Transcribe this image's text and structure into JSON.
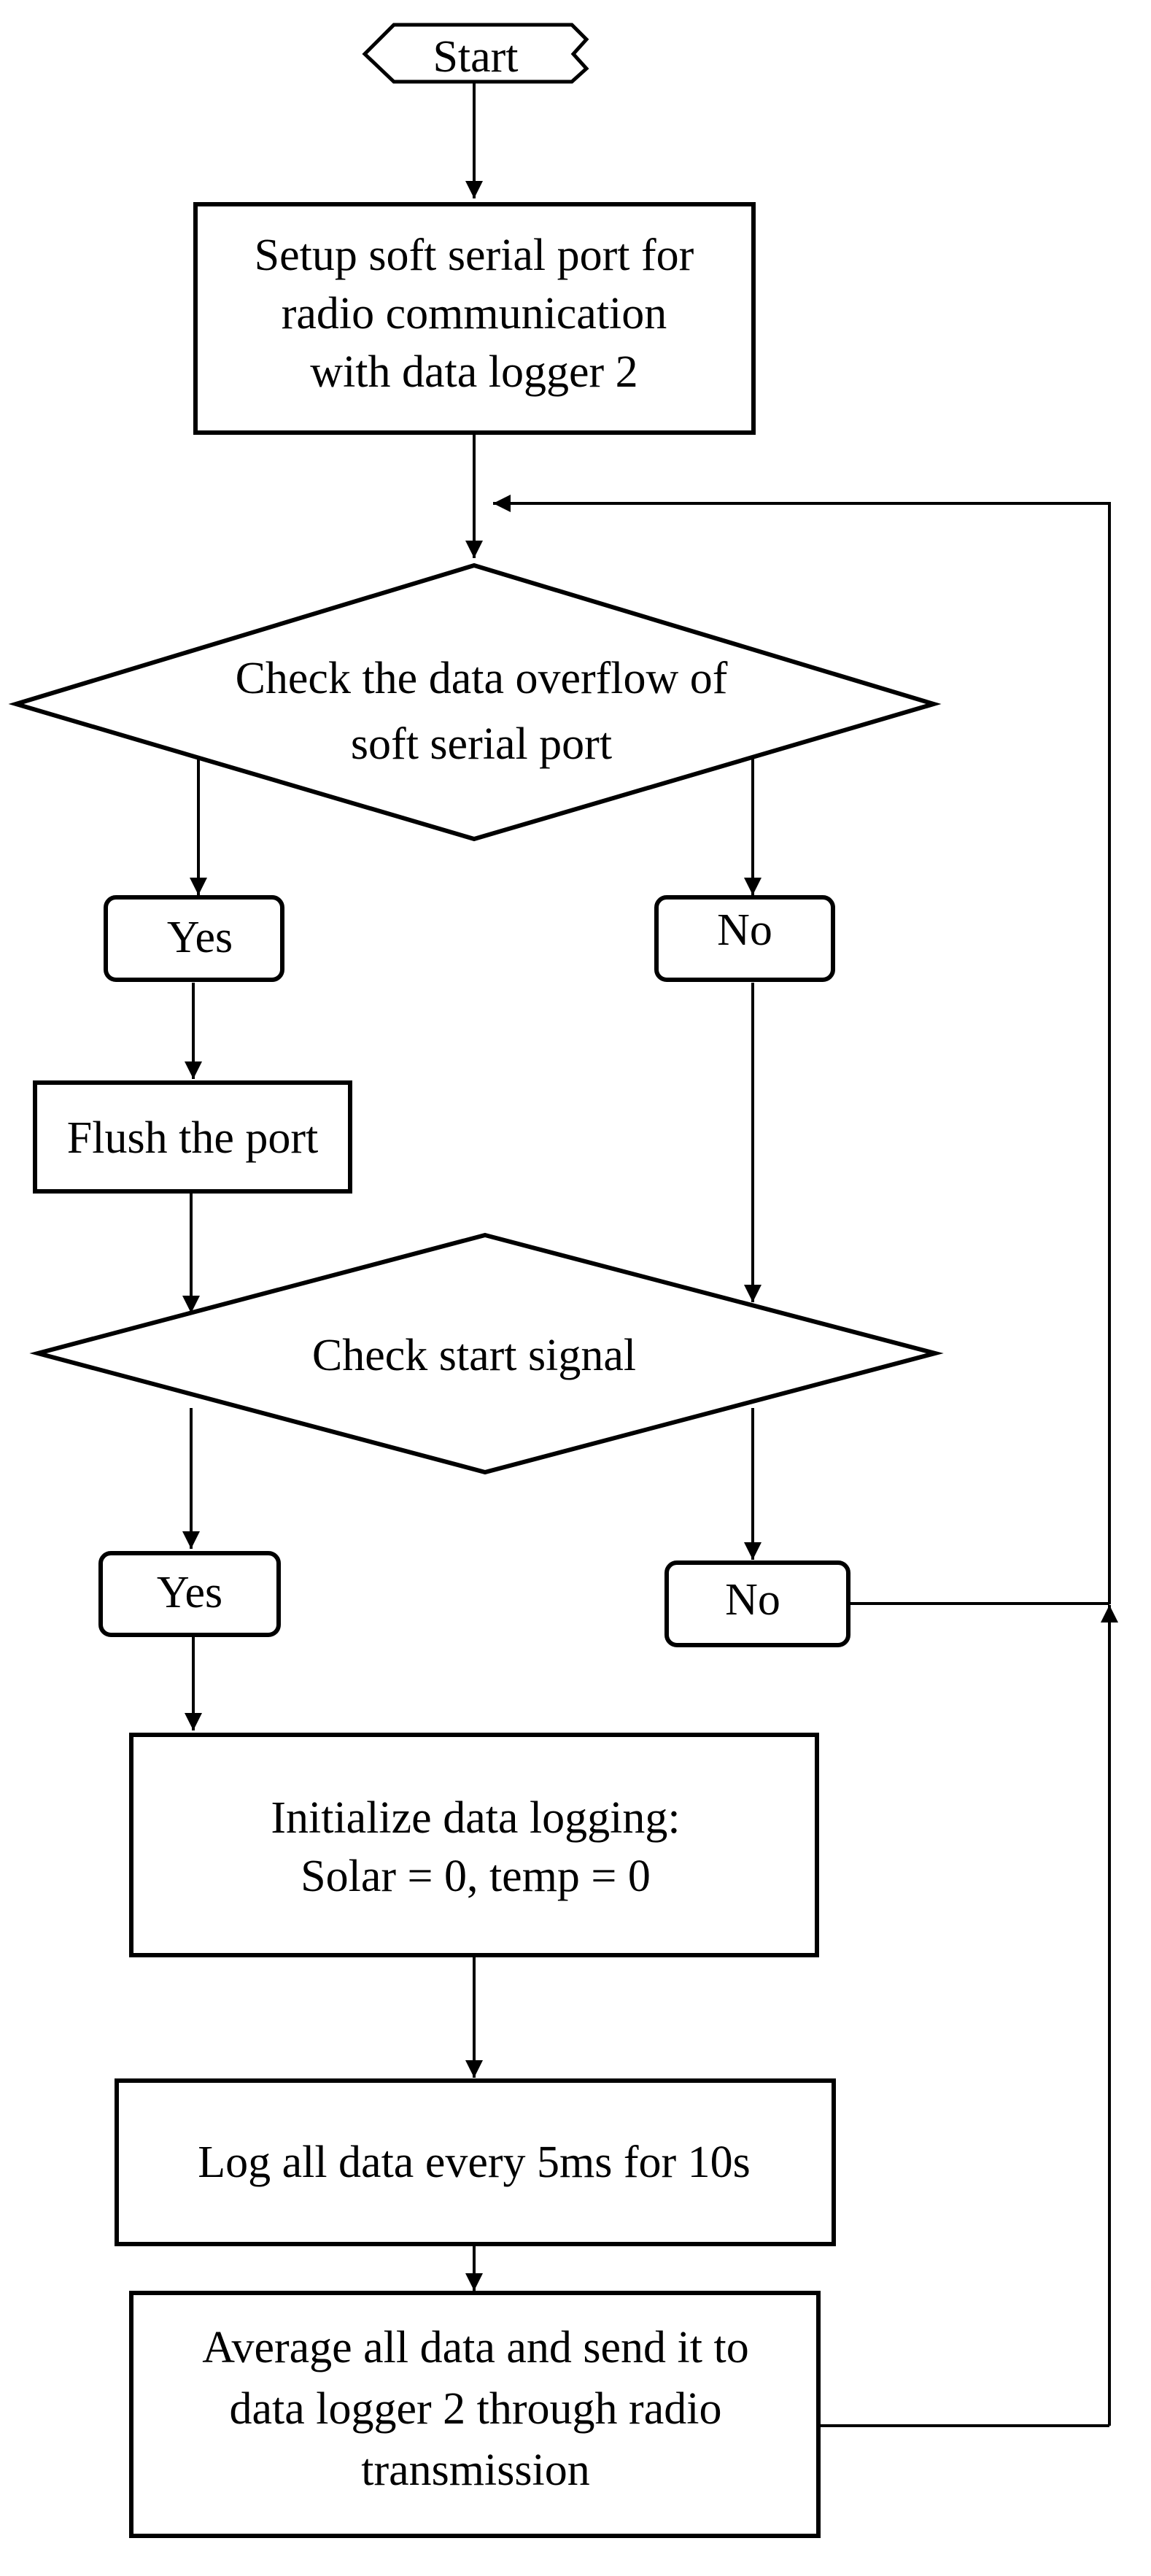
{
  "nodes": {
    "start": "Start",
    "setup": [
      "Setup soft serial port for",
      "radio communication",
      "with data logger 2"
    ],
    "check_overflow": [
      "Check the data overflow of",
      "soft serial port"
    ],
    "yes1": "Yes",
    "no1": "No",
    "flush": "Flush the port",
    "check_start": "Check start signal",
    "yes2": "Yes",
    "no2": "No",
    "init": [
      "Initialize data logging:",
      "Solar = 0, temp = 0"
    ],
    "log": "Log all data every 5ms for 10s",
    "average": [
      "Average all data and send it to",
      "data logger 2 through radio",
      "transmission"
    ]
  },
  "colors": {
    "stroke": "#000000",
    "fill": "#ffffff",
    "text": "#000000"
  }
}
